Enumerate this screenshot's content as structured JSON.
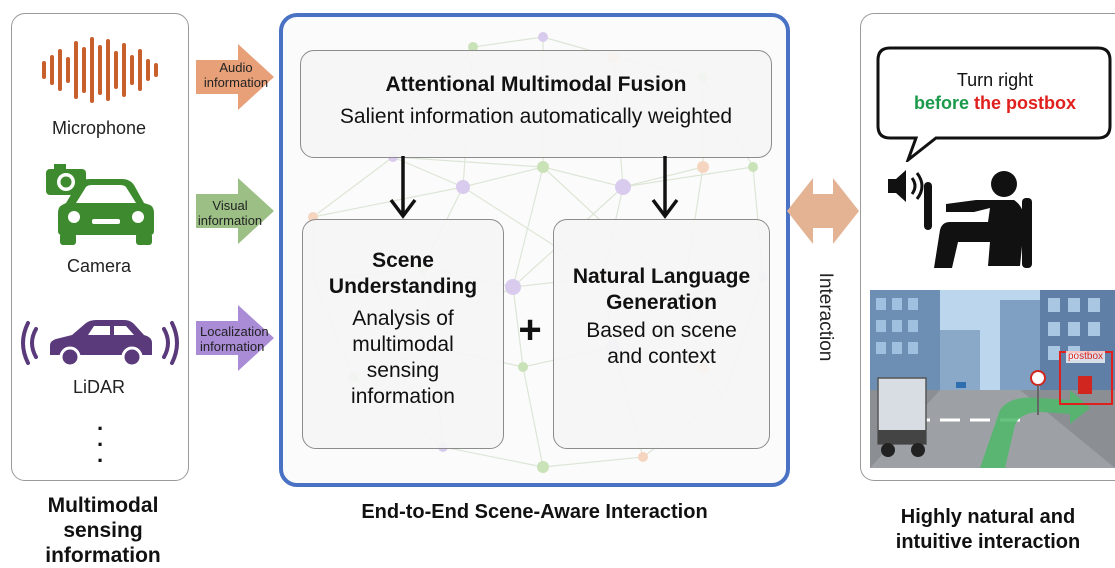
{
  "left": {
    "sensors": [
      {
        "label": "Microphone",
        "icon": "sound-wave-icon"
      },
      {
        "label": "Camera",
        "icon": "car-camera-icon"
      },
      {
        "label": "LiDAR",
        "icon": "car-lidar-icon"
      }
    ],
    "ellipsis": ".\n.\n.",
    "caption": "Multimodal sensing information"
  },
  "arrows": [
    {
      "label": "Audio information",
      "color": "#e8a079"
    },
    {
      "label": "Visual information",
      "color": "#9bbf84"
    },
    {
      "label": "Localization information",
      "color": "#a98bd6"
    }
  ],
  "center": {
    "fusion": {
      "title": "Attentional Multimodal Fusion",
      "subtitle": "Salient information automatically weighted"
    },
    "scene": {
      "title": "Scene Understanding",
      "body": "Analysis of multimodal sensing information"
    },
    "plus": "+",
    "nlg": {
      "title": "Natural Language Generation",
      "body": "Based on scene and context"
    },
    "caption": "End-to-End Scene-Aware Interaction"
  },
  "interaction": {
    "label": "Interaction",
    "color": "#e3b394"
  },
  "right": {
    "bubble": {
      "line1": "Turn right",
      "word_before": "before",
      "word_the_postbox": "the postbox",
      "green": "#1a9a4a",
      "red": "#e0201c"
    },
    "sign_label": "postbox",
    "caption": "Highly natural and intuitive interaction"
  },
  "colors": {
    "frame_blue": "#4a72c4",
    "mic_orange": "#c8602e",
    "camera_green": "#3e8b2f",
    "lidar_purple": "#5a3a7a"
  }
}
